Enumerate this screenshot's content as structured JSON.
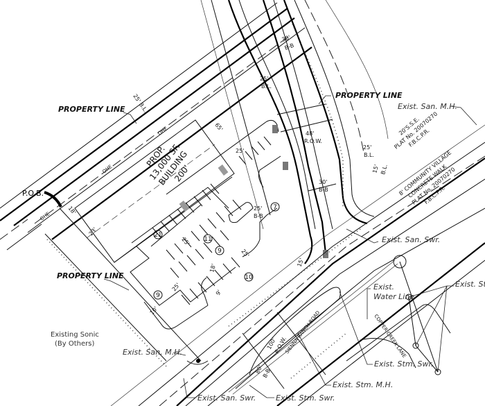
{
  "labels": {
    "property_line_1": "PROPERTY LINE",
    "property_line_2": "PROPERTY LINE",
    "property_line_3": "PROPERTY LINE",
    "pob": "P.O.B.",
    "exist_san_mh_right": "Exist. San. M.H.",
    "exist_san_swr_right": "Exist. San. Swr.",
    "exist_water_line_1": "Exist.",
    "exist_water_line_2": "Water Line",
    "exist_stm_right": "Exist. Stm",
    "exist_stm_swr_right": "Exist. Stm. Swr.",
    "exist_stm_mh": "Exist. Stm. M.H.",
    "exist_san_swr_bottom": "Exist. San. Swr.",
    "exist_stm_swr_bottom": "Exist. Stm. Swr.",
    "exist_san_mh_left": "Exist. San. M.H.",
    "existing_sonic_1": "Existing Sonic",
    "existing_sonic_2": "(By Others)"
  },
  "building": {
    "line1": "PROP.",
    "line2": "13,000 SF.",
    "line3": "BUILDING",
    "line4": "200'"
  },
  "easements": {
    "sse": [
      "20'S.S.E.",
      "PLAT No. 20070270",
      "F.B.C.P.R."
    ],
    "walk": [
      "8' COMMUNITY VILLAGE",
      "CONCRETE WALK",
      "PLAT No. 20070270",
      "F.B.C.P.R."
    ]
  },
  "roads": {
    "sienna": "SIENNA RANCH ROAD",
    "copper": "COPPER CREEK LANE"
  },
  "dimensions": {
    "bl_25_top": "25'",
    "bl_label_top": "B.L.",
    "bl_25_left": "25' B.L.",
    "bl_25_right": "25'",
    "bl_label_right": "B.L.",
    "bl_15": "15'",
    "bl_label_15": "B.L.",
    "row_48": "48'",
    "row_label_48": "R.O.W.",
    "bb_30_top": "30'",
    "bb_label_30_top": "B-B",
    "bb_30": "30'",
    "bb_label_30": "B-B",
    "bb_25": "25'",
    "bb_label_25": "B-B",
    "d_65": "65'",
    "d_23": "23'",
    "d_18": "18'",
    "d_25_a": "25'",
    "d_25_b": "25'",
    "d_25_c": "25'",
    "d_25_d": "25'",
    "d_18_b": "18'",
    "d_10": "10'",
    "d_9": "9'",
    "d_15_low": "15'",
    "row_100": "100'",
    "row_label_100": "R.O.W.",
    "bb_80": "80'",
    "bb_label_80": "B-B",
    "ohe_1": "OHE",
    "ohe_2": "OHE",
    "ohe_3": "OHE"
  },
  "stall_counts": [
    "21",
    "11",
    "9",
    "7",
    "10",
    "9"
  ]
}
